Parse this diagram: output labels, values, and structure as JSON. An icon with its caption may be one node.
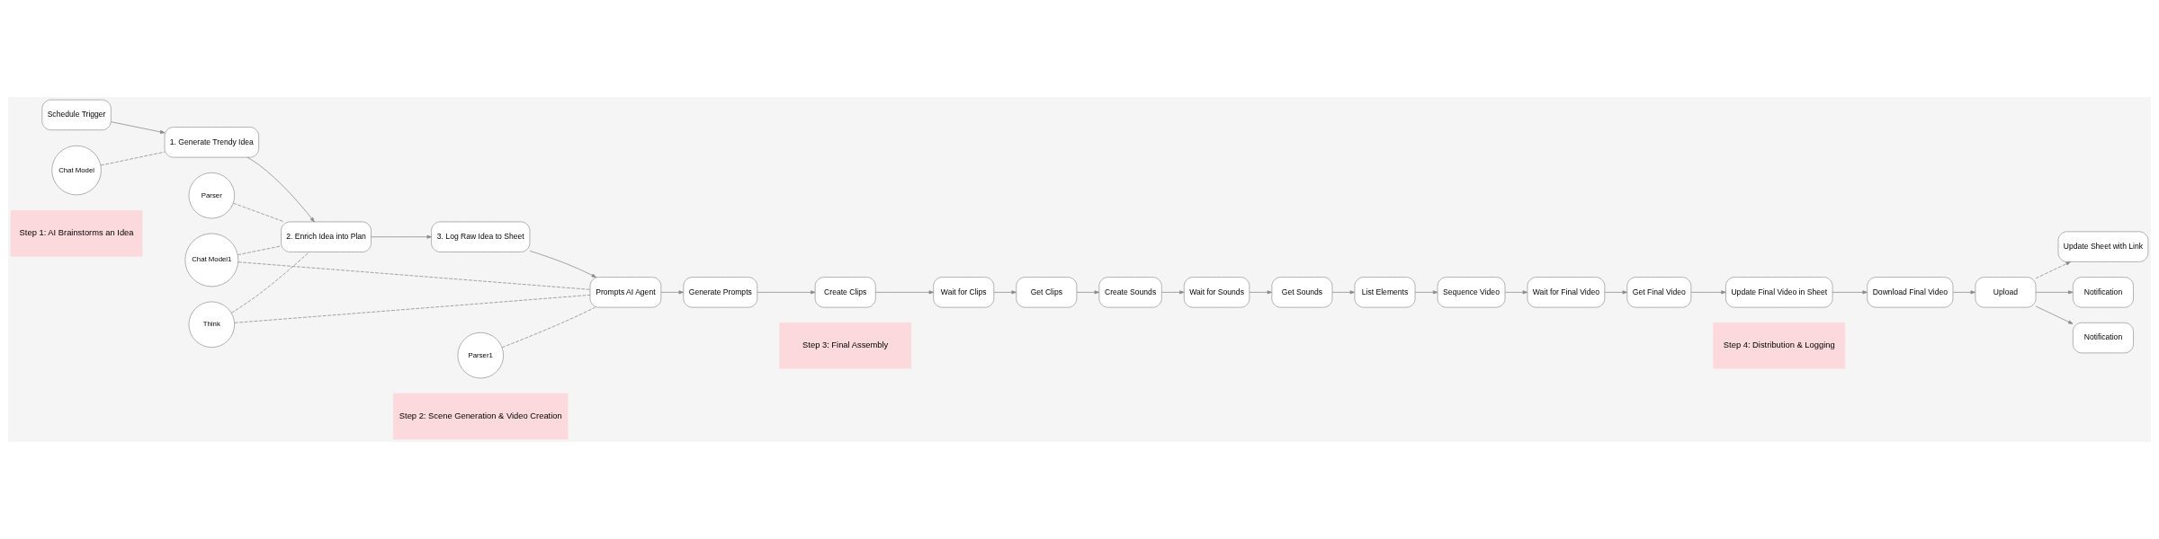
{
  "diagram": {
    "nodes": [
      {
        "text": [
          "Step 1: AI Brainstorms an Idea"
        ]
      },
      {
        "text": [
          "Step 2: Scene Generation & Video Creation"
        ]
      },
      {
        "text": [
          "Step 3: Final Assembly"
        ]
      },
      {
        "text": [
          "Step 4: Distribution & Logging"
        ]
      },
      {
        "text": [
          "Schedule Trigger"
        ]
      },
      {
        "text": [
          "1. Generate Trendy Idea"
        ]
      },
      {
        "text": [
          "2. Enrich Idea into Plan"
        ]
      },
      {
        "text": [
          "3. Log Raw Idea to Sheet"
        ]
      },
      {
        "text": [
          "Prompts AI Agent"
        ]
      },
      {
        "text": [
          "Generate Prompts"
        ]
      },
      {
        "text": [
          "Create Clips"
        ]
      },
      {
        "text": [
          "Wait for Clips"
        ]
      },
      {
        "text": [
          "Get Clips"
        ]
      },
      {
        "text": [
          "Create Sounds"
        ]
      },
      {
        "text": [
          "Wait for Sounds"
        ]
      },
      {
        "text": [
          "Get Sounds"
        ]
      },
      {
        "text": [
          "List Elements"
        ]
      },
      {
        "text": [
          "Sequence Video"
        ]
      },
      {
        "text": [
          "Wait for Final Video"
        ]
      },
      {
        "text": [
          "Get Final Video"
        ]
      },
      {
        "text": [
          "Update Final Video in Sheet"
        ]
      },
      {
        "text": [
          "Download Final Video"
        ]
      },
      {
        "text": [
          "Upload"
        ]
      },
      {
        "text": [
          "Update Sheet with Link"
        ]
      },
      {
        "text": [
          "Notification"
        ]
      },
      {
        "text": [
          "Notification"
        ]
      },
      {
        "text": [
          "Chat Model"
        ]
      },
      {
        "text": [
          "Chat Model1"
        ]
      },
      {
        "text": [
          "Parser"
        ]
      },
      {
        "text": [
          "Think"
        ]
      },
      {
        "text": [
          "Parser1"
        ]
      }
    ],
    "edges": [
      {
        "from": 4,
        "to": 5,
        "arrow": "to"
      },
      {
        "from": 5,
        "to": 6,
        "arrow": "to"
      },
      {
        "from": 6,
        "to": 7,
        "arrow": "to"
      },
      {
        "from": 7,
        "to": 8,
        "arrow": "to"
      },
      {
        "from": 8,
        "to": 9,
        "arrow": "to"
      },
      {
        "from": 9,
        "to": 10,
        "arrow": "to"
      },
      {
        "from": 10,
        "to": 11,
        "arrow": "to"
      },
      {
        "from": 11,
        "to": 12,
        "arrow": "to"
      },
      {
        "from": 12,
        "to": 13,
        "arrow": "to"
      },
      {
        "from": 13,
        "to": 14,
        "arrow": "to"
      },
      {
        "from": 14,
        "to": 15,
        "arrow": "to"
      },
      {
        "from": 15,
        "to": 16,
        "arrow": "to"
      },
      {
        "from": 16,
        "to": 17,
        "arrow": "to"
      },
      {
        "from": 17,
        "to": 18,
        "arrow": "to"
      },
      {
        "from": 18,
        "to": 19,
        "arrow": "to"
      },
      {
        "from": 19,
        "to": 20,
        "arrow": "to"
      },
      {
        "from": 20,
        "to": 21,
        "arrow": "to"
      },
      {
        "from": 21,
        "to": 22,
        "arrow": "to"
      },
      {
        "from": 22,
        "to": 23,
        "arrow": "to",
        "style": "dashed"
      },
      {
        "from": 22,
        "to": 24,
        "arrow": "to"
      },
      {
        "from": 22,
        "to": 25,
        "arrow": "to"
      },
      {
        "from": 26,
        "to": 5,
        "arrow": "none",
        "style": "dashed"
      },
      {
        "from": 27,
        "to": 6,
        "arrow": "none",
        "style": "dashed"
      },
      {
        "from": 27,
        "to": 8,
        "arrow": "none",
        "style": "dashed"
      },
      {
        "from": 28,
        "to": 6,
        "arrow": "none",
        "style": "dashed"
      },
      {
        "from": 29,
        "to": 6,
        "arrow": "none",
        "style": "dashed"
      },
      {
        "from": 29,
        "to": 8,
        "arrow": "none",
        "style": "dashed"
      },
      {
        "from": 30,
        "to": 8,
        "arrow": "none",
        "style": "dashed"
      }
    ]
  }
}
